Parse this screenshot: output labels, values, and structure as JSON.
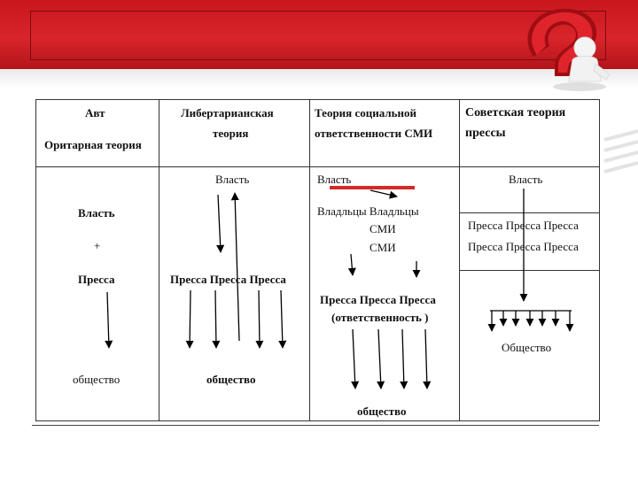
{
  "title": "",
  "table": {
    "headers": {
      "col1_a": "Авт",
      "col1_b": "Оритарная теория",
      "col2_a": "Либертарианская",
      "col2_b": "теория",
      "col3_a": "Теория социальной",
      "col3_b": "ответственности СМИ",
      "col4_a": "Советская теория",
      "col4_b": "прессы"
    },
    "col1": {
      "power": "Власть",
      "plus": "+",
      "press": "Пресса",
      "society": "общество"
    },
    "col2": {
      "power": "Власть",
      "press_row": "Пресса Пресса Пресса",
      "society": "общество"
    },
    "col3": {
      "power": "Власть",
      "owners": "Владльцы Владльцы",
      "smi_1": "СМИ",
      "smi_2": "СМИ",
      "press_row": "Пресса Пресса Пресса",
      "responsibility": "(ответственность )",
      "society": "общество"
    },
    "col4": {
      "power": "Власть",
      "press_row_1": "Пресса Пресса Пресса",
      "press_row_2": "Пресса Пресса Пресса",
      "society": "Общество"
    }
  },
  "colors": {
    "header_red": "#c8161c",
    "highlight": "#d42a2a"
  },
  "icons": [
    "question-mark-figure-icon"
  ]
}
